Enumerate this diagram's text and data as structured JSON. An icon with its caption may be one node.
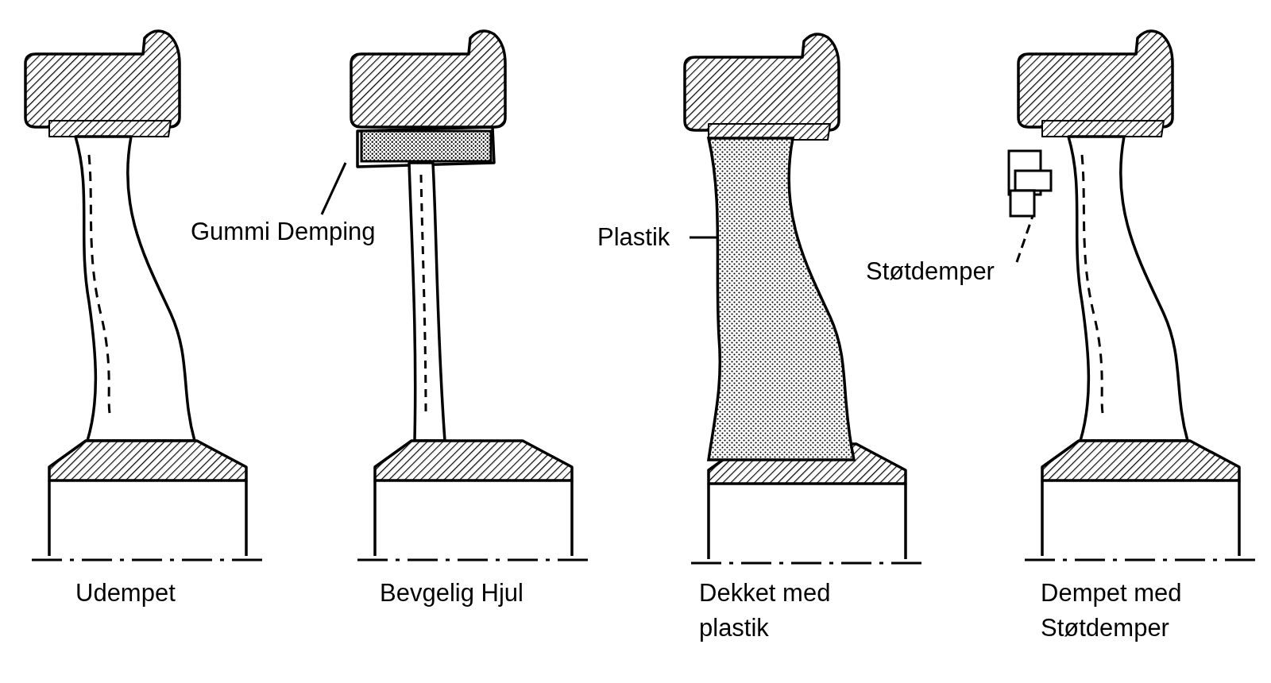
{
  "diagram": {
    "nodes": [
      {
        "text": [
          "Gummi Demping"
        ]
      },
      {
        "text": [],
        "shape": "box"
      },
      {
        "text": [
          "Plastik"
        ]
      },
      {
        "text": [],
        "shape": "picture"
      },
      {
        "text": [
          "Støtdemper"
        ]
      },
      {
        "text": [],
        "shape": "box"
      }
    ],
    "edges": [
      {
        "from": 0,
        "to": 1,
        "arrow": "none"
      },
      {
        "from": 2,
        "to": 3,
        "arrow": "none"
      },
      {
        "from": 4,
        "to": 5,
        "arrow": "none",
        "style": "dashed"
      }
    ],
    "labels": [
      "Udempet",
      "Bevgelig Hjul",
      "Dekket med plastik",
      "Dempet med Støtdemper"
    ]
  }
}
